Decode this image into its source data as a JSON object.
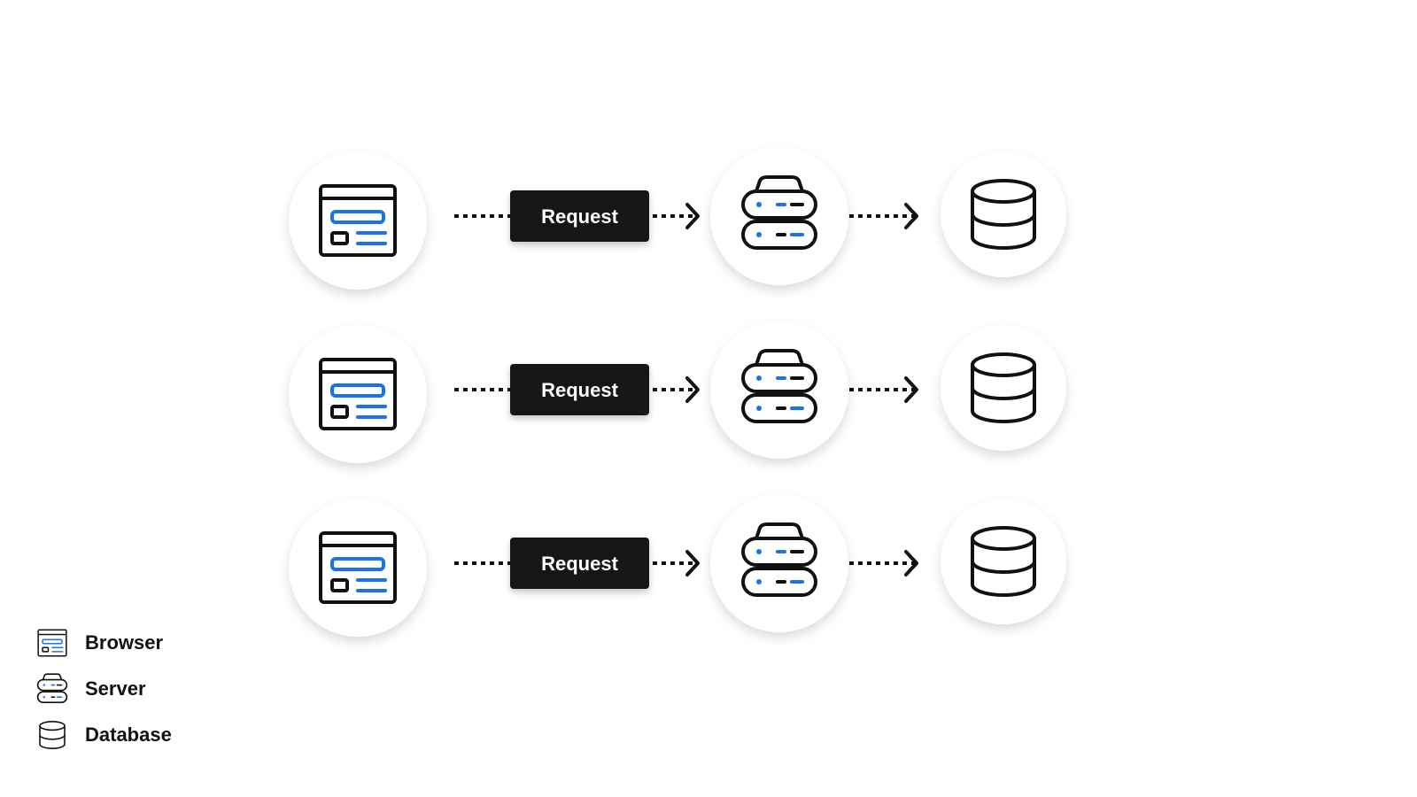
{
  "colors": {
    "ink": "#111111",
    "accent": "#1a73e8",
    "label_bg": "#141414",
    "label_text": "#ffffff",
    "node_bg": "#ffffff"
  },
  "rows": [
    {
      "source": {
        "icon": "browser-icon"
      },
      "label": "Request",
      "server": {
        "icon": "server-icon"
      },
      "target": {
        "icon": "database-icon"
      }
    },
    {
      "source": {
        "icon": "browser-icon"
      },
      "label": "Request",
      "server": {
        "icon": "server-icon"
      },
      "target": {
        "icon": "database-icon"
      }
    },
    {
      "source": {
        "icon": "browser-icon"
      },
      "label": "Request",
      "server": {
        "icon": "server-icon"
      },
      "target": {
        "icon": "database-icon"
      }
    }
  ],
  "legend": [
    {
      "icon": "browser-icon",
      "label": "Browser"
    },
    {
      "icon": "server-icon",
      "label": "Server"
    },
    {
      "icon": "database-icon",
      "label": "Database"
    }
  ]
}
